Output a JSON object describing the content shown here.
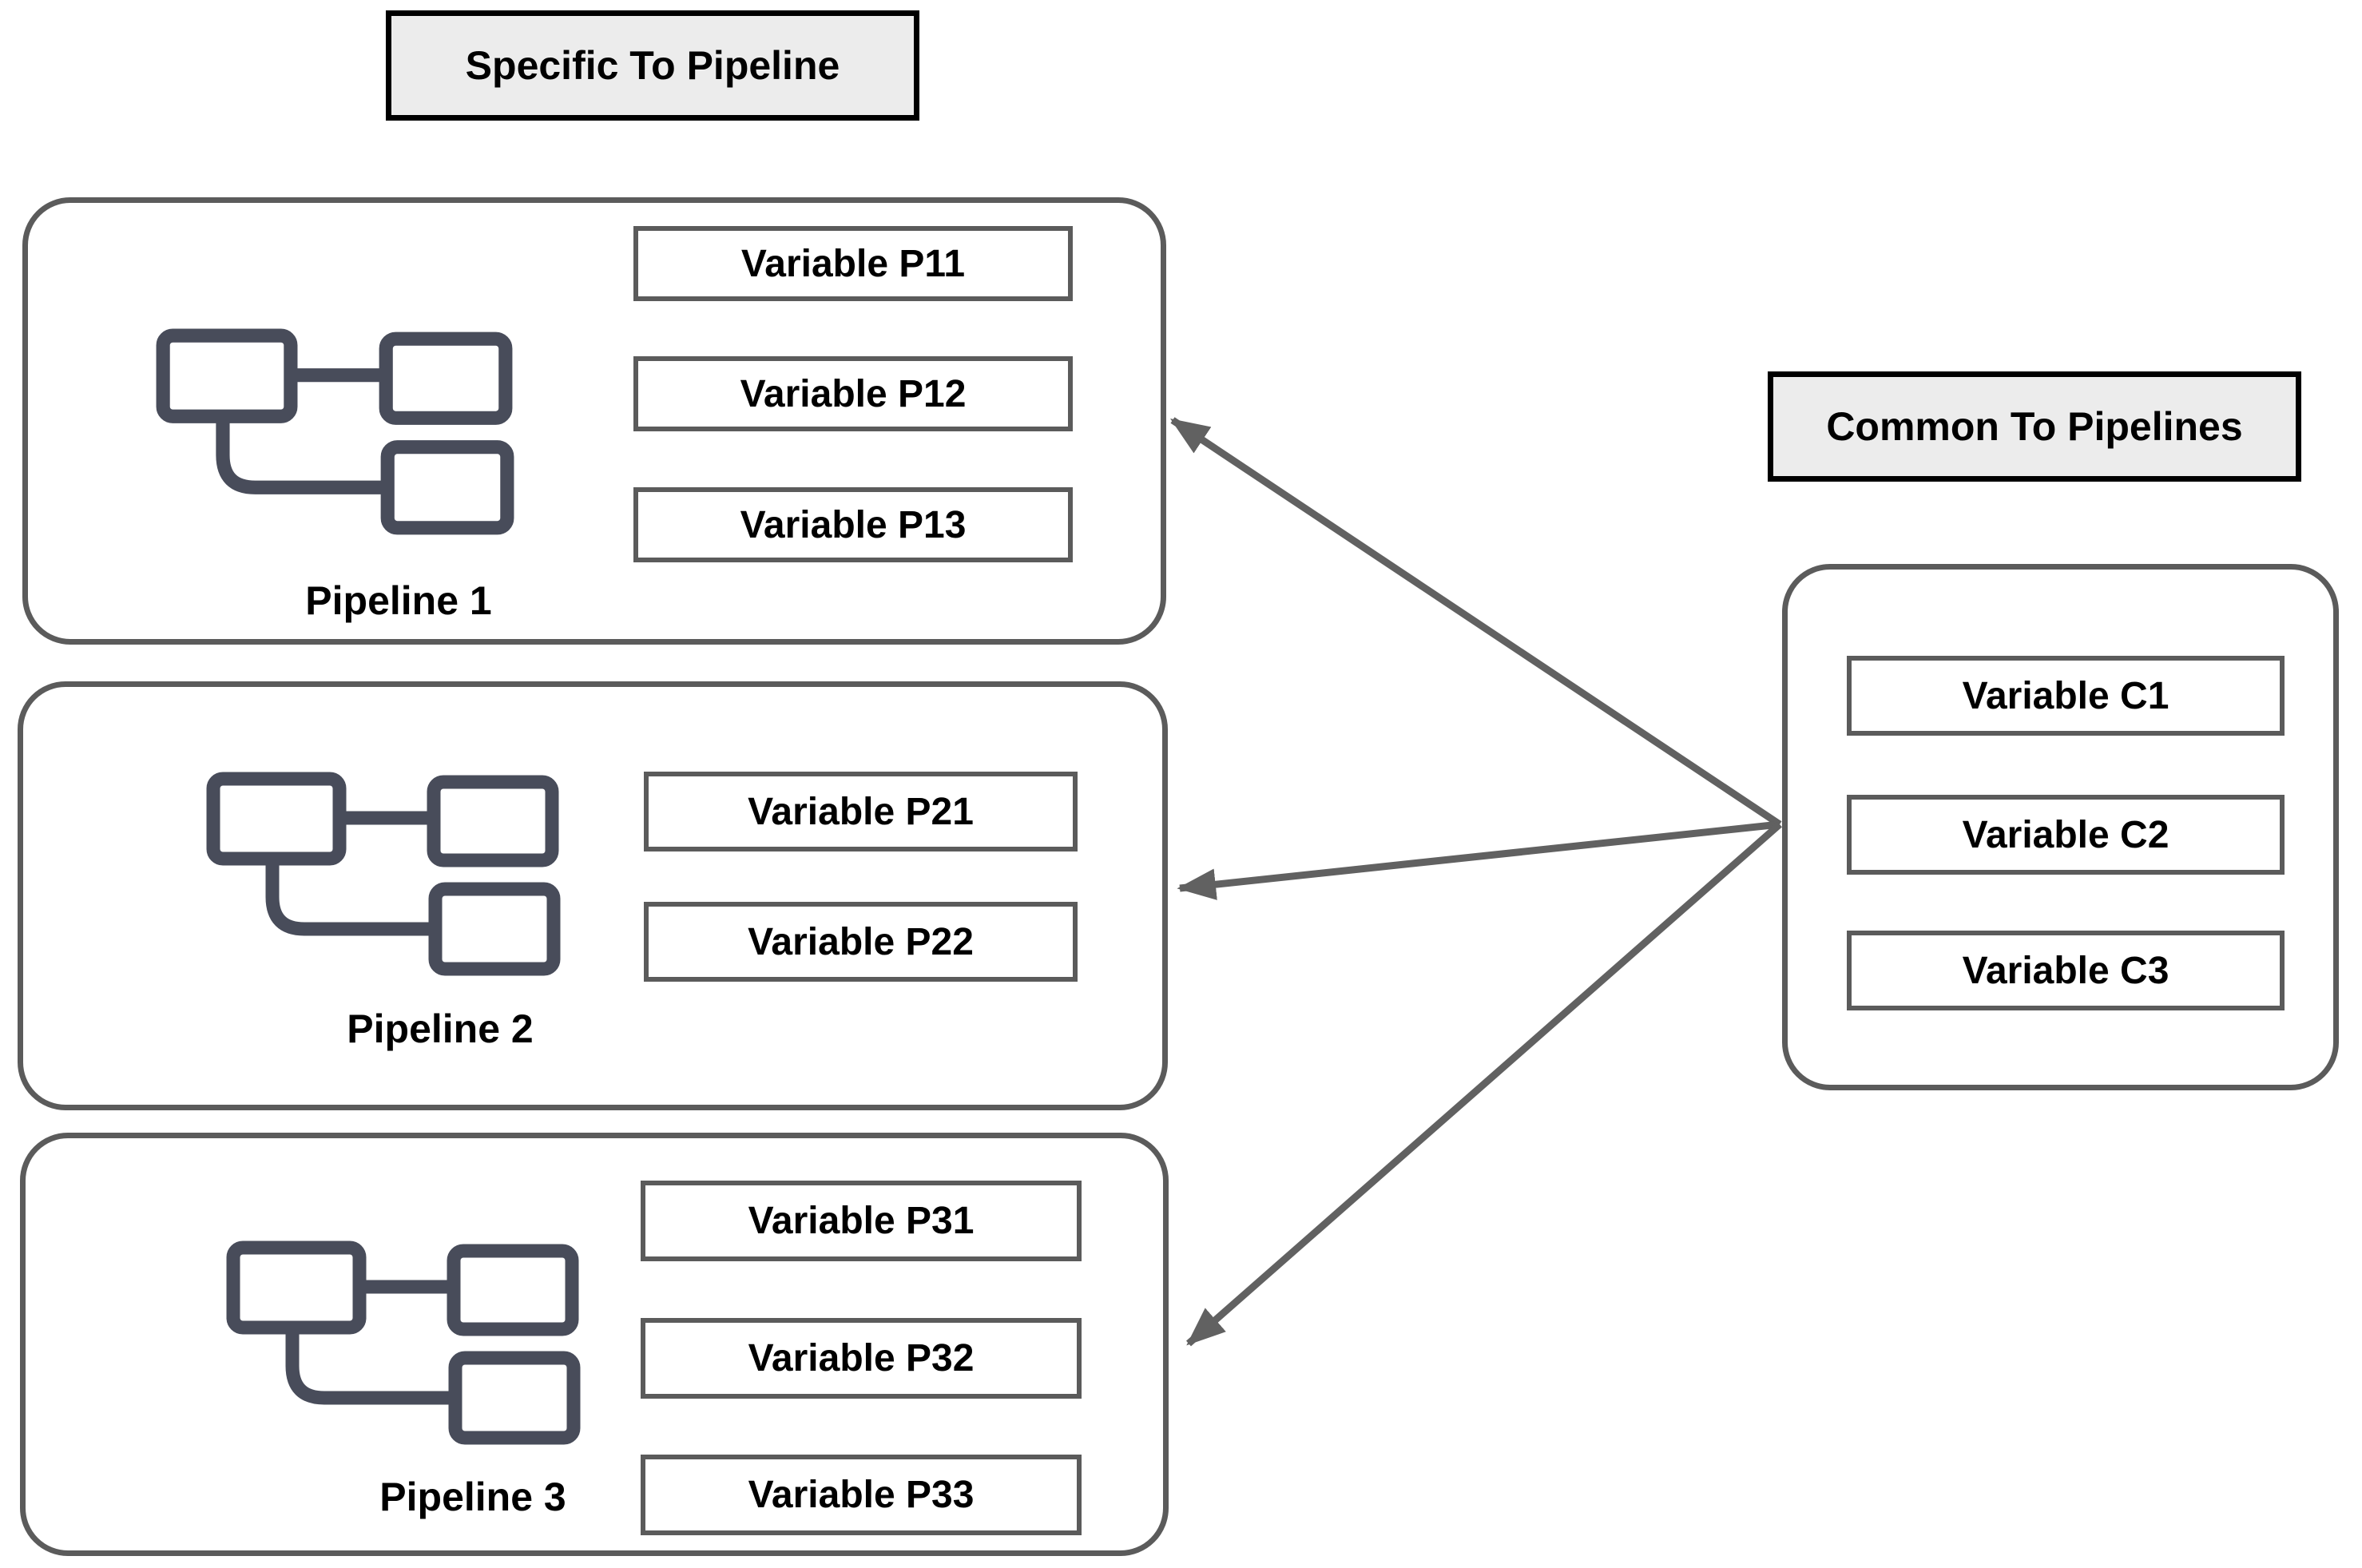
{
  "diagram": {
    "headers": {
      "specific": "Specific To Pipeline",
      "common": "Common To Pipelines"
    },
    "pipelines": [
      {
        "label": "Pipeline 1",
        "variables": [
          "Variable P11",
          "Variable P12",
          "Variable P13"
        ]
      },
      {
        "label": "Pipeline 2",
        "variables": [
          "Variable P21",
          "Variable P22"
        ]
      },
      {
        "label": "Pipeline 3",
        "variables": [
          "Variable P31",
          "Variable P32",
          "Variable P33"
        ]
      }
    ],
    "common": {
      "variables": [
        "Variable C1",
        "Variable C2",
        "Variable C3"
      ]
    },
    "arrows": [
      {
        "from": "common-box",
        "to": "pipeline-1"
      },
      {
        "from": "common-box",
        "to": "pipeline-2"
      },
      {
        "from": "common-box",
        "to": "pipeline-3"
      }
    ],
    "colors": {
      "background": "#ffffff",
      "header_bg": "#ececec",
      "header_border": "#000000",
      "box_border": "#5b5b5b",
      "arrow": "#616161",
      "icon_stroke": "#484c5a",
      "text": "#000000"
    }
  }
}
